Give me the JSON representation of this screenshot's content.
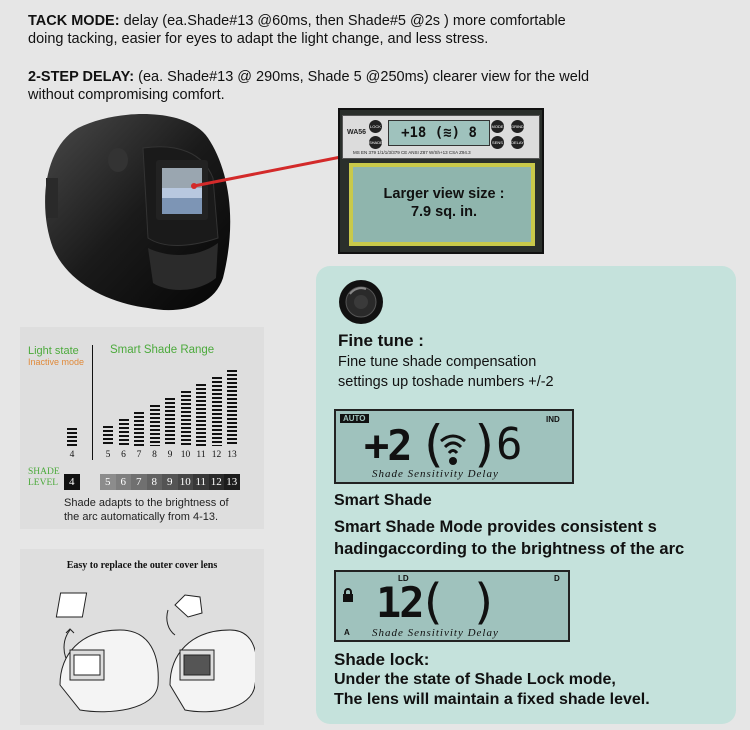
{
  "tack": {
    "label": "TACK MODE:",
    "line1": " delay (ea.Shade#13 @60ms, then Shade#5 @2s ) more comfortable",
    "line2": " doing tacking, easier for eyes to adapt the light change, and less stress."
  },
  "twostep": {
    "label": "2-STEP DELAY:",
    "line1": " (ea. Shade#13 @ 290ms, Shade 5 @250ms) clearer view for the weld",
    "line2": "without compromising comfort."
  },
  "panel": {
    "model": "WA56",
    "btn_lock": "LOCK",
    "btn_shade": "SHADE",
    "btn_mode": "MODE",
    "btn_grind": "GRIND",
    "btn_sens": "SENS",
    "btn_delay": "DELAY",
    "cert": "MS EN 379 1/1/1/3/379 CE ANSI Z87 W/Sh+13 CSA Z94.3",
    "view_line1": "Larger view size :",
    "view_line2": "7.9 sq. in."
  },
  "shade_chart": {
    "light_state": "Light state",
    "inactive_mode": "Inactive mode",
    "range_title": "Smart Shade Range",
    "inactive_level": "4",
    "levels": [
      "5",
      "6",
      "7",
      "8",
      "9",
      "10",
      "11",
      "12",
      "13"
    ],
    "level_label_1": "SHADE",
    "level_label_2": "LEVEL",
    "caption_1": "Shade adapts to the brightness of",
    "caption_2": "the arc automatically from 4-13."
  },
  "lens": {
    "title": "Easy to replace the outer cover lens"
  },
  "fine_tune": {
    "title": "Fine tune :",
    "line1": "Fine tune shade compensation",
    "line2": "settings up toshade numbers +/-2"
  },
  "lcd1": {
    "auto": "AUTO",
    "ind": "IND",
    "value": "+2",
    "shade_num": "6",
    "footer": "Shade Sensitivity Delay"
  },
  "smart_shade": {
    "title": "Smart Shade",
    "line1": "Smart  Shade Mode provides consistent s",
    "line2": "hadingaccording to the brightness of the arc"
  },
  "lcd2": {
    "ld": "LD",
    "d": "D",
    "a": "A",
    "value": "12",
    "footer": "Shade Sensitivity Delay"
  },
  "shade_lock": {
    "title": "Shade lock:",
    "line1": "Under the state of Shade Lock mode,",
    "line2": "The lens will maintain a fixed shade level."
  },
  "colors": {
    "teal_panel": "#c5e2dc",
    "lcd_bg": "#9fc2bd",
    "red_line": "#d32a2a",
    "green_text": "#4caa3c",
    "orange_text": "#e08a3a"
  }
}
